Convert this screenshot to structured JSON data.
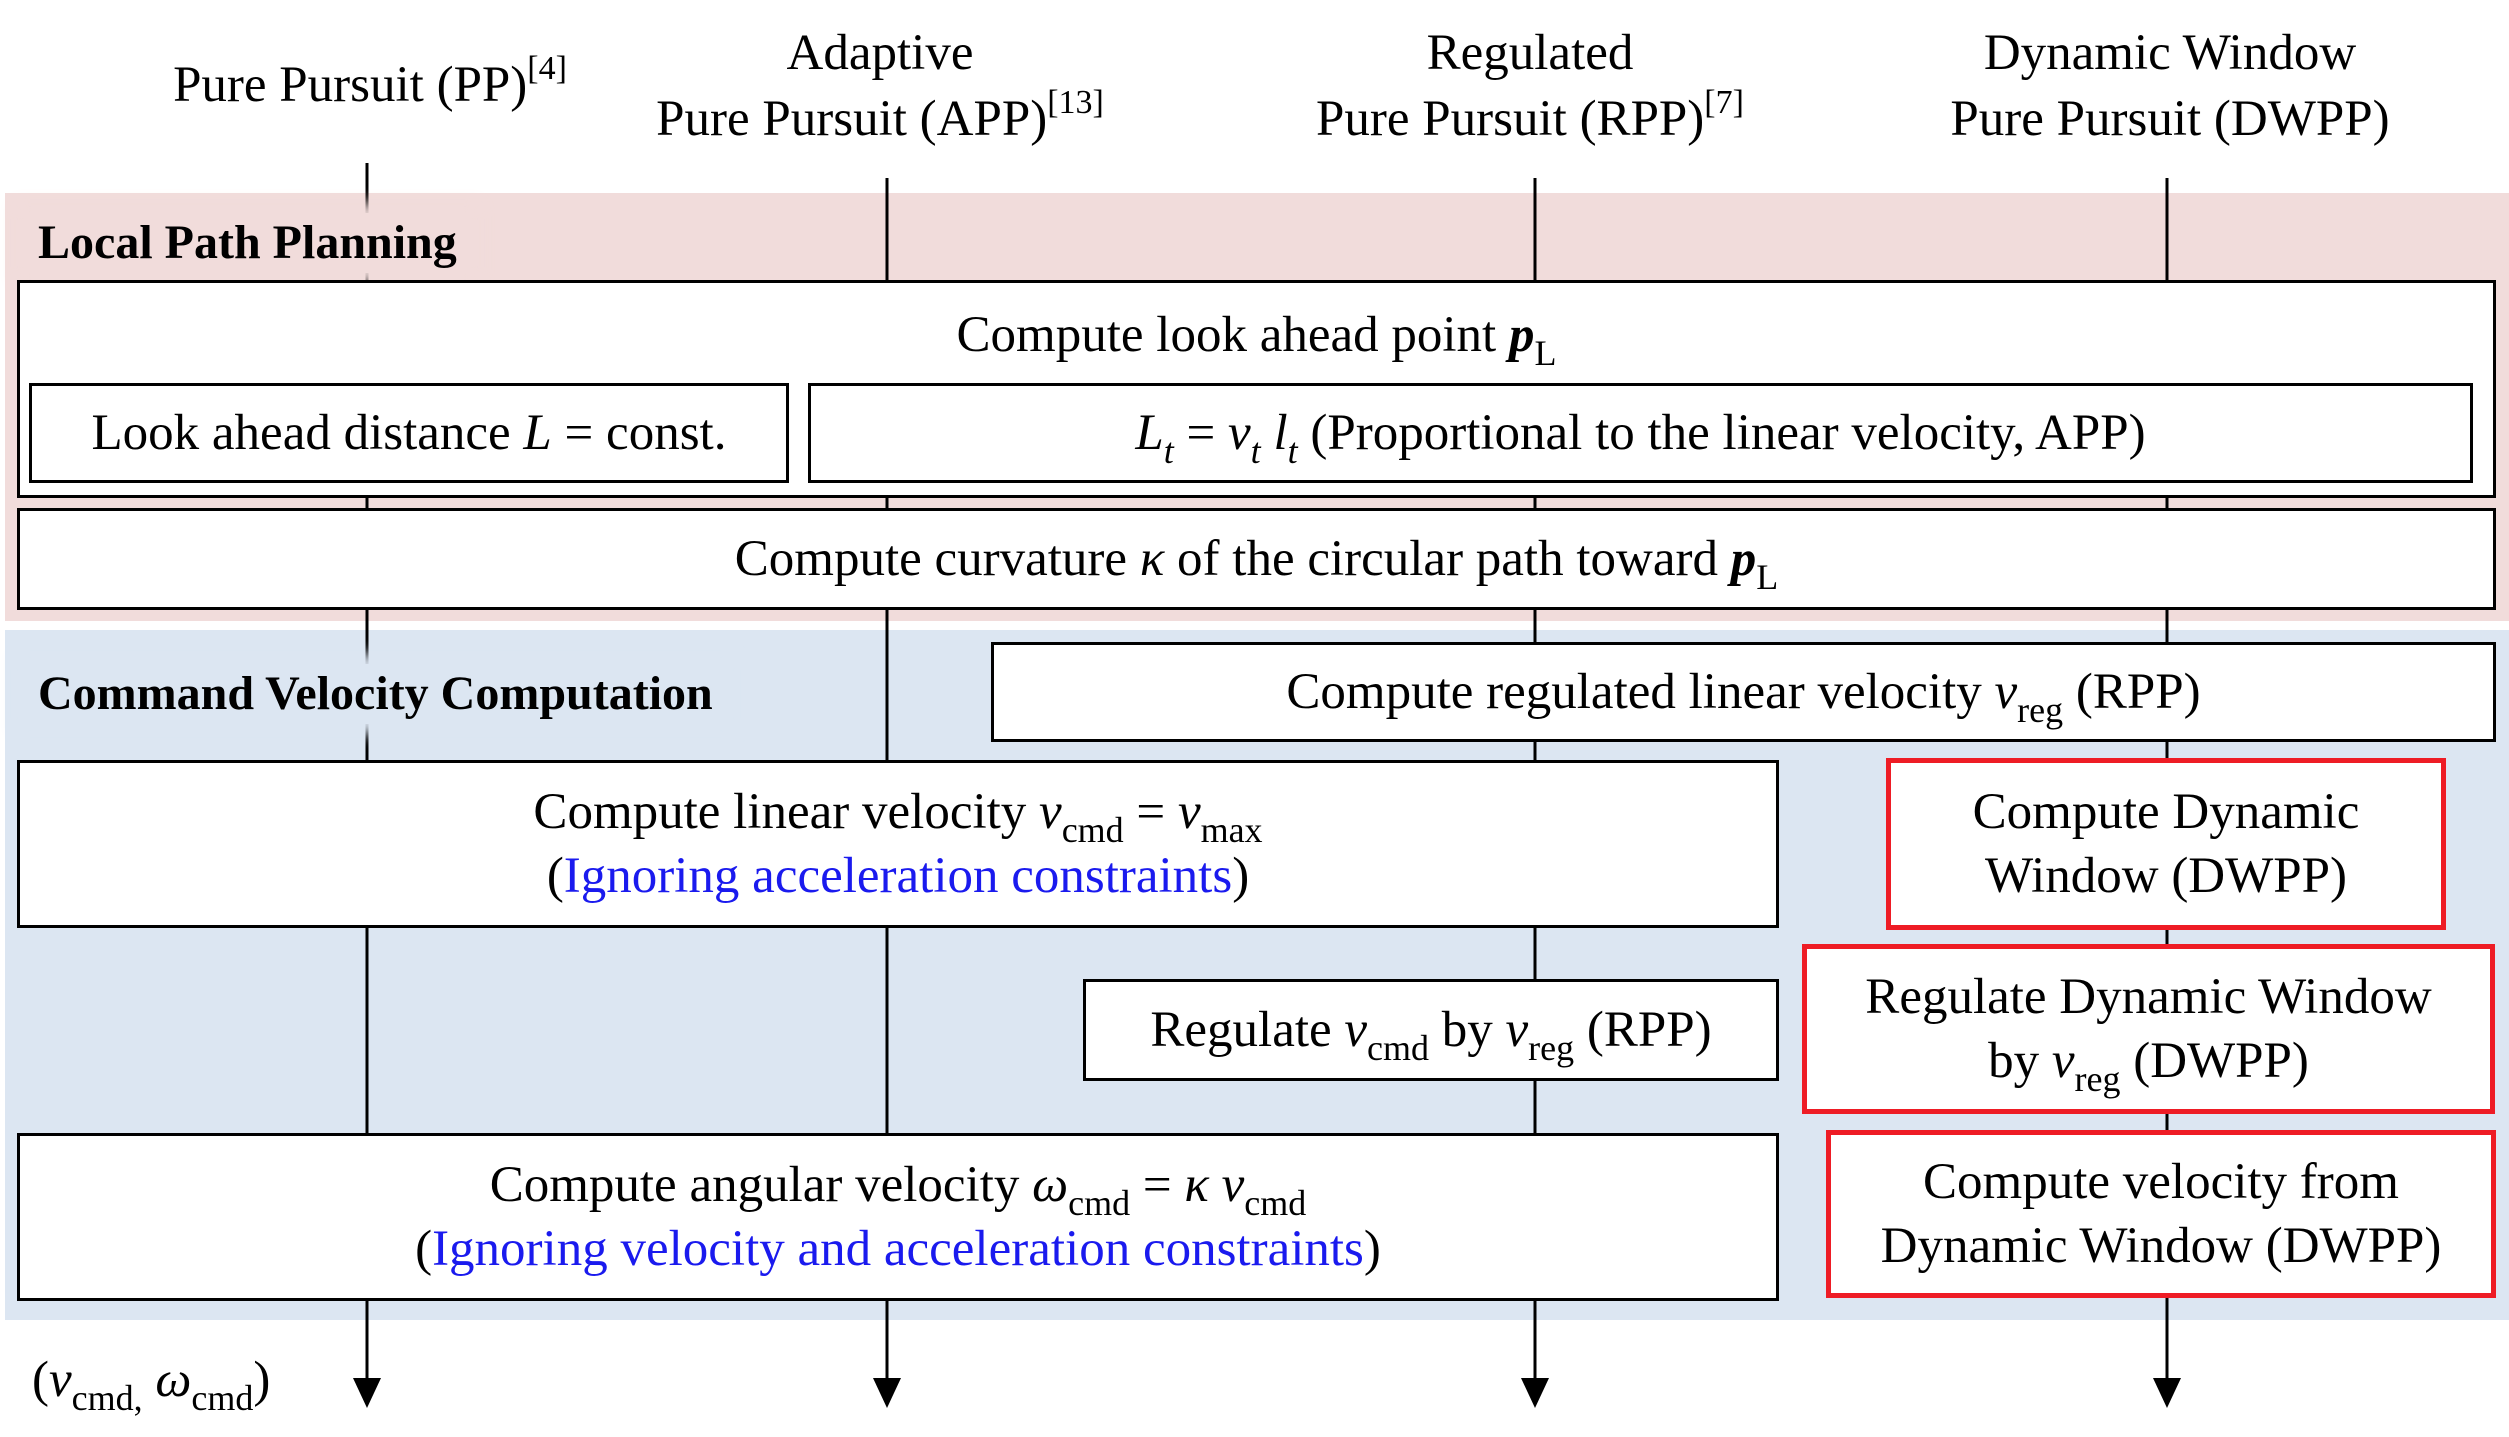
{
  "headers": {
    "pp": {
      "label": "Pure Pursuit (PP)",
      "ref": "[4]"
    },
    "app": {
      "line1": "Adaptive",
      "line2": "Pure Pursuit (APP)",
      "ref": "[13]"
    },
    "rpp": {
      "line1": "Regulated",
      "line2": "Pure Pursuit (RPP)",
      "ref": "[7]"
    },
    "dwpp": {
      "line1": "Dynamic Window",
      "line2": "Pure Pursuit (DWPP)"
    }
  },
  "sections": {
    "local": "Local Path Planning",
    "command": "Command Velocity Computation"
  },
  "boxes": {
    "lookahead": {
      "text": "Compute look ahead point ",
      "sym": "p",
      "sub": "L"
    },
    "const_dist": {
      "pre": "Look ahead distance ",
      "sym": "L",
      "post": " = const."
    },
    "prop": {
      "sym1": "L",
      "sub1": "t",
      "eq": " = ",
      "sym2": "v",
      "sub2": "t",
      "sym3": "l",
      "sub3": "t",
      "post": " (Proportional to the linear velocity, APP)"
    },
    "curvature": {
      "pre": "Compute curvature ",
      "sym": "κ",
      "mid": " of the circular path toward ",
      "sym2": "p",
      "sub2": "L"
    },
    "regulated": {
      "pre": "Compute regulated linear velocity ",
      "sym": "v",
      "sub": "reg",
      "post": " (RPP)"
    },
    "linear": {
      "pre": "Compute linear velocity ",
      "sym": "v",
      "sub": "cmd",
      "eq": " = ",
      "sym2": "v",
      "sub2": "max",
      "note": "Ignoring acceleration constraints"
    },
    "dw": {
      "line1": "Compute Dynamic",
      "line2": "Window (DWPP)"
    },
    "regulate": {
      "pre": "Regulate ",
      "sym": "v",
      "sub": "cmd",
      "mid": " by ",
      "sym2": "v",
      "sub2": "reg",
      "post": " (RPP)"
    },
    "regulate_dw": {
      "line1": "Regulate Dynamic Window",
      "pre2": "by ",
      "sym": "v",
      "sub": "reg",
      "post": " (DWPP)"
    },
    "angular": {
      "pre": "Compute angular velocity ",
      "sym": "ω",
      "sub": "cmd",
      "eq": " = ",
      "sym2": "κ",
      "sym3": " v",
      "sub3": "cmd",
      "note": "Ignoring velocity and acceleration constraints"
    },
    "vel_dw": {
      "line1": "Compute velocity from",
      "line2": "Dynamic Window (DWPP)"
    }
  },
  "output": {
    "open": "(",
    "sym1": "v",
    "sub1": "cmd,",
    "sym2": " ω",
    "sub2": "cmd",
    "close": ")"
  },
  "colors": {
    "local_band": "#f1dcdb",
    "command_band": "#dce6f2",
    "dwpp_border": "#ee1c25",
    "note_text": "#1a1aee"
  }
}
